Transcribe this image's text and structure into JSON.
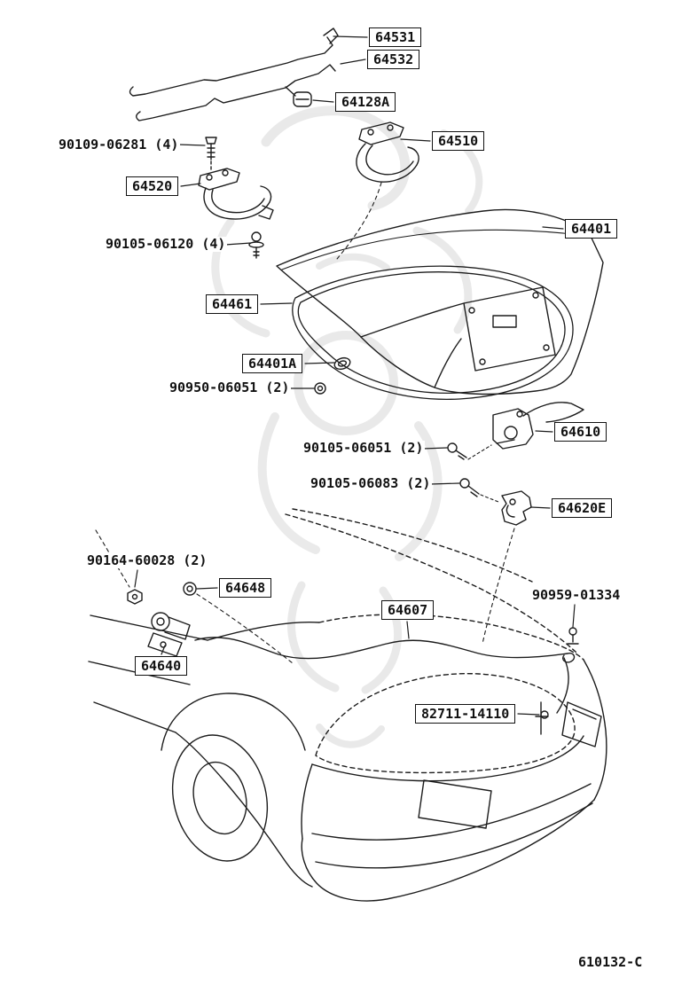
{
  "diagram": {
    "code": "610132-C",
    "line_color": "#1c1c1c",
    "watermark_color": "#cccccc",
    "background": "#ffffff"
  },
  "labels": [
    {
      "text": "64531",
      "boxed": true
    },
    {
      "text": "64532",
      "boxed": true
    },
    {
      "text": "64128A",
      "boxed": true
    },
    {
      "text": "90109-06281 (4)",
      "boxed": false
    },
    {
      "text": "64510",
      "boxed": true
    },
    {
      "text": "64520",
      "boxed": true
    },
    {
      "text": "90105-06120 (4)",
      "boxed": false
    },
    {
      "text": "64401",
      "boxed": true
    },
    {
      "text": "64461",
      "boxed": true
    },
    {
      "text": "64401A",
      "boxed": true
    },
    {
      "text": "90950-06051 (2)",
      "boxed": false
    },
    {
      "text": "64610",
      "boxed": true
    },
    {
      "text": "90105-06051 (2)",
      "boxed": false
    },
    {
      "text": "90105-06083 (2)",
      "boxed": false
    },
    {
      "text": "64620E",
      "boxed": true
    },
    {
      "text": "90164-60028 (2)",
      "boxed": false
    },
    {
      "text": "64648",
      "boxed": true
    },
    {
      "text": "64607",
      "boxed": true
    },
    {
      "text": "90959-01334",
      "boxed": false
    },
    {
      "text": "64640",
      "boxed": true
    },
    {
      "text": "82711-14110",
      "boxed": true
    }
  ]
}
